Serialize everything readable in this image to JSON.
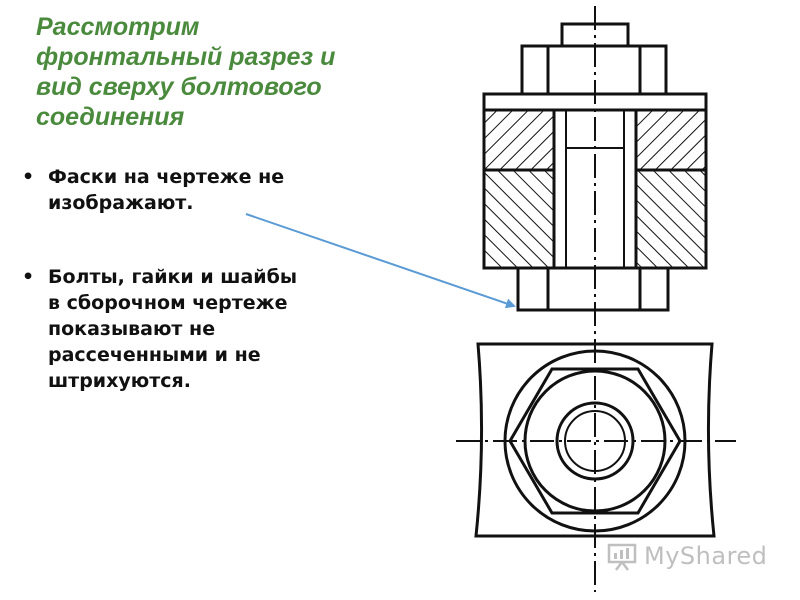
{
  "title": {
    "lines": [
      "Рассмотрим",
      "фронтальный разрез и",
      "вид сверху болтового",
      "соединения"
    ],
    "color": "#4a8a3c"
  },
  "bullets": [
    {
      "lines": [
        "Фаски на чертеже не",
        "изображают."
      ]
    },
    {
      "lines": [
        "Болты, гайки и шайбы",
        "в сборочном чертеже",
        "показывают не",
        "рассеченными  и  не",
        "штрихуются."
      ]
    }
  ],
  "bullet_symbol": "•",
  "arrow_color": "#5b9bd5",
  "watermark": {
    "text": "MyShared",
    "icon": "presentation-board-icon"
  }
}
